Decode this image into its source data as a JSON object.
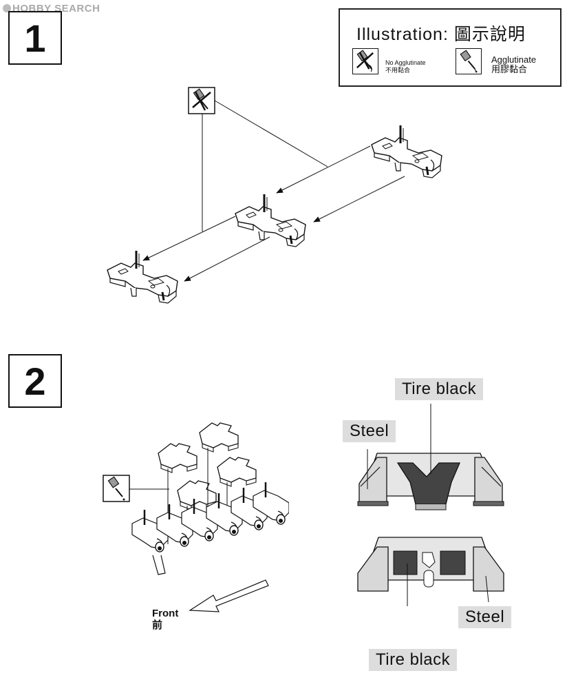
{
  "watermark": "HOBBY SEARCH",
  "steps": {
    "one": "1",
    "two": "2"
  },
  "legend": {
    "title": "Illustration:  圖示說明",
    "no_glue_en": "No Agglutinate",
    "no_glue_zh": "不用黏合",
    "glue_en": "Agglutinate",
    "glue_zh": "用膠黏合",
    "no_glue_icon": "no-glue-icon",
    "glue_icon": "glue-icon"
  },
  "step2": {
    "front_en": "Front",
    "front_zh": "前",
    "labels": {
      "tire_black_top": "Tire  black",
      "steel_top": "Steel",
      "steel_bottom": "Steel",
      "tire_black_bottom": "Tire  black"
    }
  },
  "colors": {
    "line": "#111111",
    "label_bg": "#dddddd",
    "rubber": "#444444",
    "steel_fill": "#e0e0e0"
  }
}
